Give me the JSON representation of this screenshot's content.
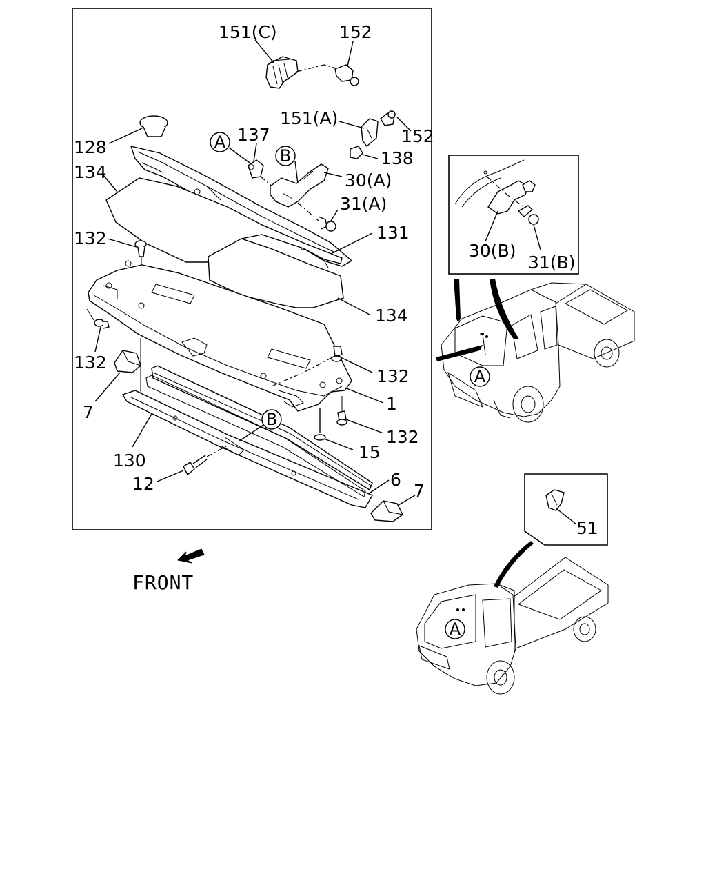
{
  "front_label": "FRONT",
  "part_labels": {
    "p151c": "151(C)",
    "p152_top": "152",
    "p151a": "151(A)",
    "p152_right": "152",
    "p128": "128",
    "p137": "137",
    "p138": "138",
    "p30a": "30(A)",
    "p31a": "31(A)",
    "p134_left": "134",
    "p131": "131",
    "p132_left_top": "132",
    "p134_bottom": "134",
    "p132_left": "132",
    "p132_right_top": "132",
    "p7_left": "7",
    "p1": "1",
    "p132_right": "132",
    "p15": "15",
    "p130": "130",
    "p6": "6",
    "p7_right": "7",
    "p12": "12",
    "p30b": "30(B)",
    "p31b": "31(B)",
    "p51": "51"
  },
  "callouts": {
    "a_main": "A",
    "b_main": "B",
    "b_lower": "B",
    "a_truck1": "A",
    "a_truck2": "A"
  }
}
